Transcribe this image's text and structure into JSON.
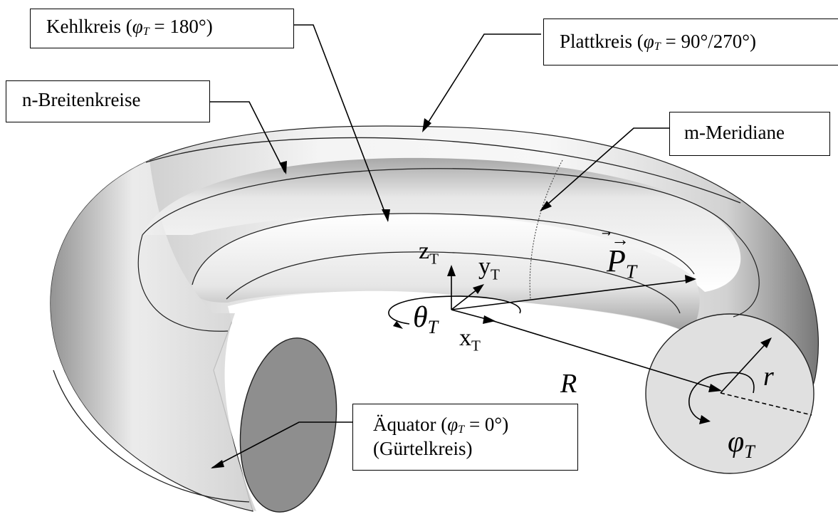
{
  "labels": {
    "kehlkreis": {
      "name": "Kehlkreis",
      "eq": "180°"
    },
    "plattkreis": {
      "name": "Plattkreis",
      "eq": "90°/270°"
    },
    "breitenkreise": "n-Breitenkreise",
    "meridiane": "m-Meridiane",
    "aequator": {
      "name": "Äquator",
      "eq": "0°",
      "alt": "(Gürtelkreis)"
    }
  },
  "symbols": {
    "phi": "φ",
    "phi_sub": "T",
    "eq_sign": "=",
    "theta": "θ",
    "theta_sub": "T",
    "P": "P",
    "P_sub": "T",
    "R": "R",
    "r": "r",
    "x": "x",
    "y": "y",
    "z": "z",
    "axis_sub": "T"
  }
}
